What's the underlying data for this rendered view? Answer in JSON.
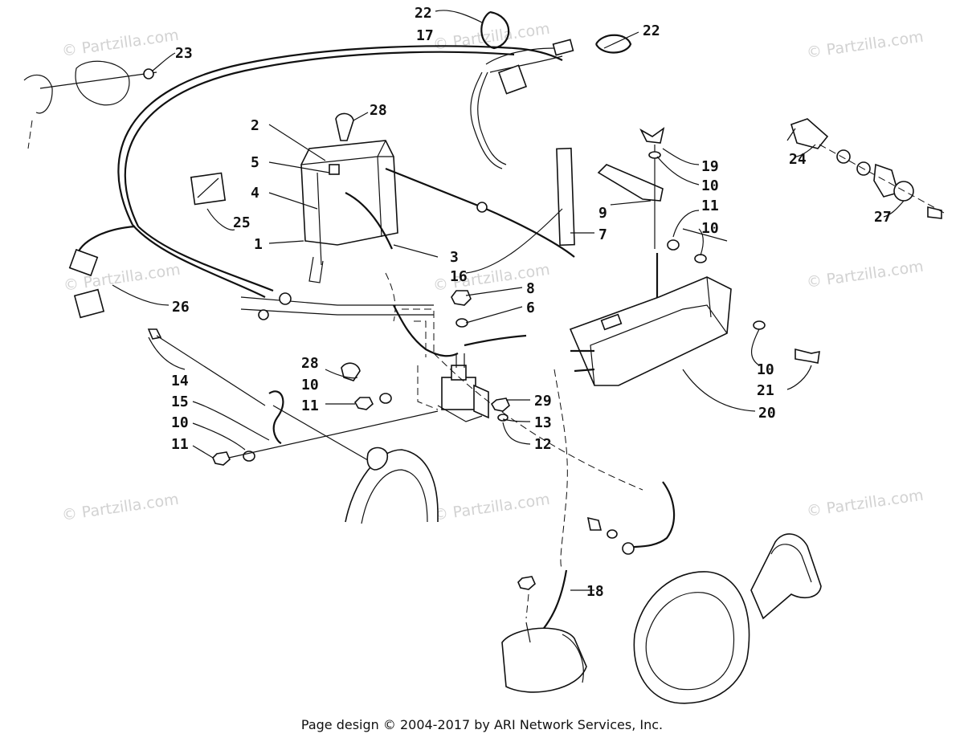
{
  "watermark": "© Partzilla.com",
  "callouts": [
    {
      "id": "1",
      "text": "1"
    },
    {
      "id": "2",
      "text": "2"
    },
    {
      "id": "3",
      "text": "3"
    },
    {
      "id": "4",
      "text": "4"
    },
    {
      "id": "5",
      "text": "5"
    },
    {
      "id": "6",
      "text": "6"
    },
    {
      "id": "7",
      "text": "7"
    },
    {
      "id": "8",
      "text": "8"
    },
    {
      "id": "9",
      "text": "9"
    },
    {
      "id": "10a",
      "text": "10"
    },
    {
      "id": "10b",
      "text": "10"
    },
    {
      "id": "10c",
      "text": "10"
    },
    {
      "id": "10d",
      "text": "10"
    },
    {
      "id": "10e",
      "text": "10"
    },
    {
      "id": "11a",
      "text": "11"
    },
    {
      "id": "11b",
      "text": "11"
    },
    {
      "id": "11c",
      "text": "11"
    },
    {
      "id": "12",
      "text": "12"
    },
    {
      "id": "13",
      "text": "13"
    },
    {
      "id": "14",
      "text": "14"
    },
    {
      "id": "15",
      "text": "15"
    },
    {
      "id": "16",
      "text": "16"
    },
    {
      "id": "17",
      "text": "17"
    },
    {
      "id": "18",
      "text": "18"
    },
    {
      "id": "19",
      "text": "19"
    },
    {
      "id": "20",
      "text": "20"
    },
    {
      "id": "21",
      "text": "21"
    },
    {
      "id": "22a",
      "text": "22"
    },
    {
      "id": "22b",
      "text": "22"
    },
    {
      "id": "23",
      "text": "23"
    },
    {
      "id": "24",
      "text": "24"
    },
    {
      "id": "25",
      "text": "25"
    },
    {
      "id": "26",
      "text": "26"
    },
    {
      "id": "27",
      "text": "27"
    },
    {
      "id": "28a",
      "text": "28"
    },
    {
      "id": "28b",
      "text": "28"
    },
    {
      "id": "29",
      "text": "29"
    }
  ],
  "footer": "Page design © 2004-2017 by ARI Network Services, Inc."
}
